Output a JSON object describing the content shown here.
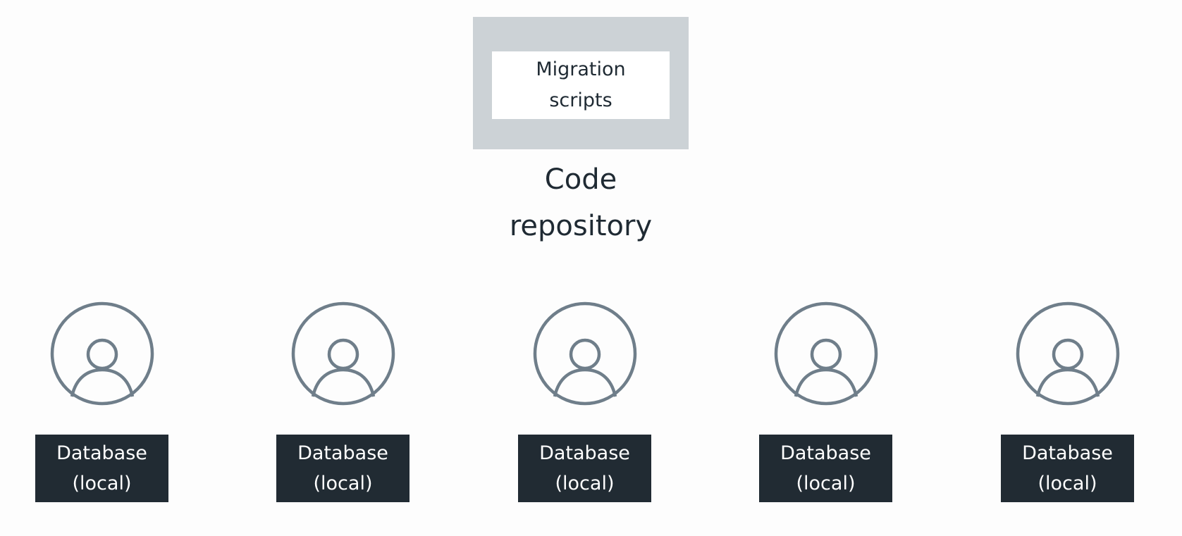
{
  "repository": {
    "inner_label": "Migration\nscripts",
    "caption": "Code\nrepository"
  },
  "developers": [
    {
      "avatar_icon": "user-circle-icon",
      "database_label": "Database\n(local)"
    },
    {
      "avatar_icon": "user-circle-icon",
      "database_label": "Database\n(local)"
    },
    {
      "avatar_icon": "user-circle-icon",
      "database_label": "Database\n(local)"
    },
    {
      "avatar_icon": "user-circle-icon",
      "database_label": "Database\n(local)"
    },
    {
      "avatar_icon": "user-circle-icon",
      "database_label": "Database\n(local)"
    }
  ],
  "colors": {
    "repo_fill": "#ccd2d6",
    "db_fill": "#212b33",
    "icon_stroke": "#6f7e8a",
    "text": "#1f2a33"
  }
}
